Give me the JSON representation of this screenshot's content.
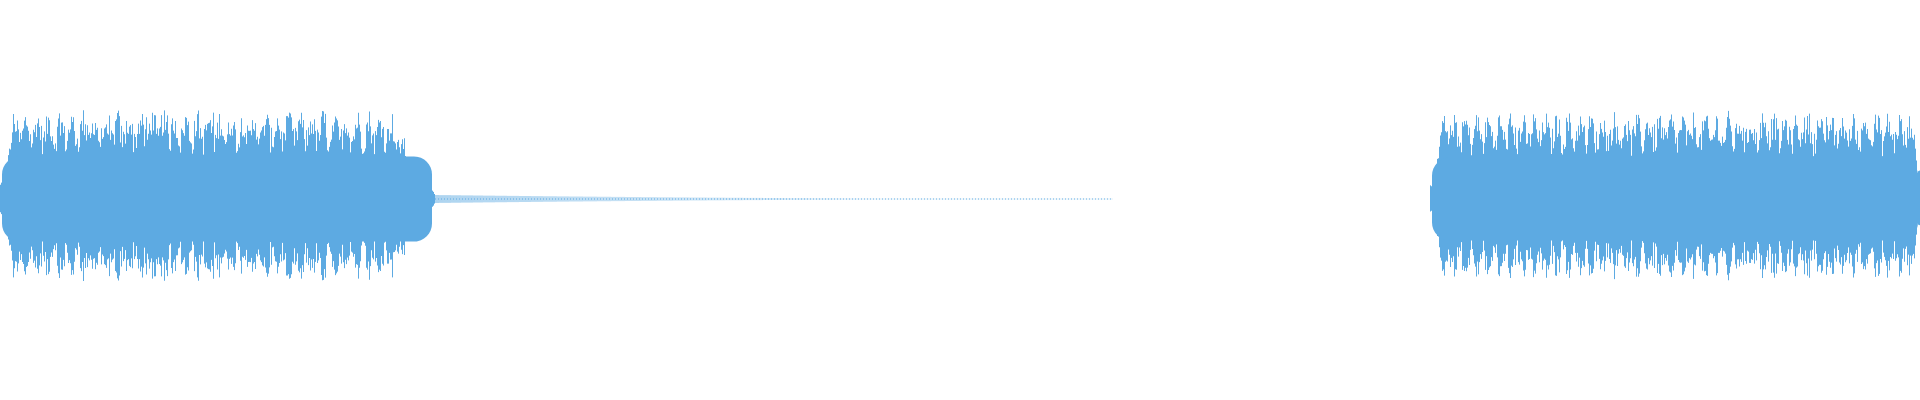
{
  "waveform": {
    "color": "#5daae2",
    "background": "#ffffff",
    "segments": [
      {
        "name": "audio-segment-1",
        "start": 0.0,
        "end": 0.226,
        "level": 0.38
      },
      {
        "name": "silence-tail",
        "start": 0.226,
        "end": 0.58,
        "level": 0.0
      },
      {
        "name": "audio-segment-2",
        "start": 0.745,
        "end": 1.0,
        "level": 0.37
      }
    ]
  }
}
